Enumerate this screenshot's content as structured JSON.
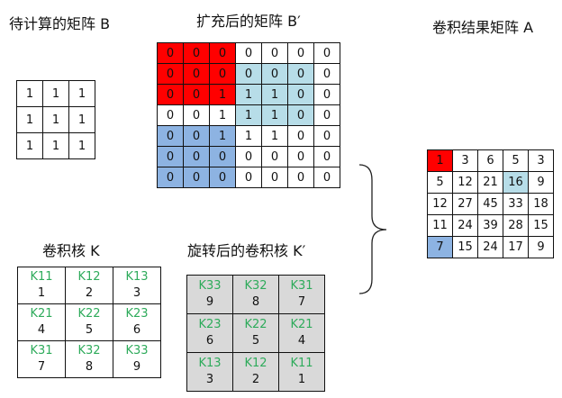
{
  "titles": {
    "matrix_b": "待计算的矩阵 B",
    "matrix_b_prime": "扩充后的矩阵 B′",
    "matrix_a": "卷积结果矩阵 A",
    "kernel_k": "卷积核 K",
    "kernel_k_prime": "旋转后的卷积核 K′"
  },
  "colors": {
    "red": "#ff0000",
    "light_blue": "#b7dde8",
    "steel_blue": "#8db3e2",
    "gray": "#d9d9d9",
    "kernel_label": "#2eab5b"
  },
  "matrix_b": [
    [
      "1",
      "1",
      "1"
    ],
    [
      "1",
      "1",
      "1"
    ],
    [
      "1",
      "1",
      "1"
    ]
  ],
  "matrix_b_prime": [
    [
      "0",
      "0",
      "0",
      "0",
      "0",
      "0",
      "0"
    ],
    [
      "0",
      "0",
      "0",
      "0",
      "0",
      "0",
      "0"
    ],
    [
      "0",
      "0",
      "1",
      "1",
      "1",
      "0",
      "0"
    ],
    [
      "0",
      "0",
      "1",
      "1",
      "1",
      "0",
      "0"
    ],
    [
      "0",
      "0",
      "1",
      "1",
      "1",
      "0",
      "0"
    ],
    [
      "0",
      "0",
      "0",
      "0",
      "0",
      "0",
      "0"
    ],
    [
      "0",
      "0",
      "0",
      "0",
      "0",
      "0",
      "0"
    ]
  ],
  "matrix_b_prime_highlights": {
    "red": [
      [
        0,
        0
      ],
      [
        0,
        1
      ],
      [
        0,
        2
      ],
      [
        1,
        0
      ],
      [
        1,
        1
      ],
      [
        1,
        2
      ],
      [
        2,
        0
      ],
      [
        2,
        1
      ],
      [
        2,
        2
      ]
    ],
    "light_blue": [
      [
        1,
        3
      ],
      [
        1,
        4
      ],
      [
        1,
        5
      ],
      [
        2,
        3
      ],
      [
        2,
        4
      ],
      [
        2,
        5
      ],
      [
        3,
        3
      ],
      [
        3,
        4
      ],
      [
        3,
        5
      ]
    ],
    "steel_blue": [
      [
        4,
        0
      ],
      [
        4,
        1
      ],
      [
        4,
        2
      ],
      [
        5,
        0
      ],
      [
        5,
        1
      ],
      [
        5,
        2
      ],
      [
        6,
        0
      ],
      [
        6,
        1
      ],
      [
        6,
        2
      ]
    ]
  },
  "matrix_a": [
    [
      "1",
      "3",
      "6",
      "5",
      "3"
    ],
    [
      "5",
      "12",
      "21",
      "16",
      "9"
    ],
    [
      "12",
      "27",
      "45",
      "33",
      "18"
    ],
    [
      "11",
      "24",
      "39",
      "28",
      "15"
    ],
    [
      "7",
      "15",
      "24",
      "17",
      "9"
    ]
  ],
  "matrix_a_highlights": {
    "red": [
      [
        0,
        0
      ]
    ],
    "light_blue": [
      [
        1,
        3
      ]
    ],
    "steel_blue": [
      [
        4,
        0
      ]
    ]
  },
  "kernel_k": [
    [
      {
        "label": "K11",
        "value": "1"
      },
      {
        "label": "K12",
        "value": "2"
      },
      {
        "label": "K13",
        "value": "3"
      }
    ],
    [
      {
        "label": "K21",
        "value": "4"
      },
      {
        "label": "K22",
        "value": "5"
      },
      {
        "label": "K23",
        "value": "6"
      }
    ],
    [
      {
        "label": "K31",
        "value": "7"
      },
      {
        "label": "K32",
        "value": "8"
      },
      {
        "label": "K33",
        "value": "9"
      }
    ]
  ],
  "kernel_k_prime": [
    [
      {
        "label": "K33",
        "value": "9"
      },
      {
        "label": "K32",
        "value": "8"
      },
      {
        "label": "K31",
        "value": "7"
      }
    ],
    [
      {
        "label": "K23",
        "value": "6"
      },
      {
        "label": "K22",
        "value": "5"
      },
      {
        "label": "K21",
        "value": "4"
      }
    ],
    [
      {
        "label": "K13",
        "value": "3"
      },
      {
        "label": "K12",
        "value": "2"
      },
      {
        "label": "K11",
        "value": "1"
      }
    ]
  ]
}
